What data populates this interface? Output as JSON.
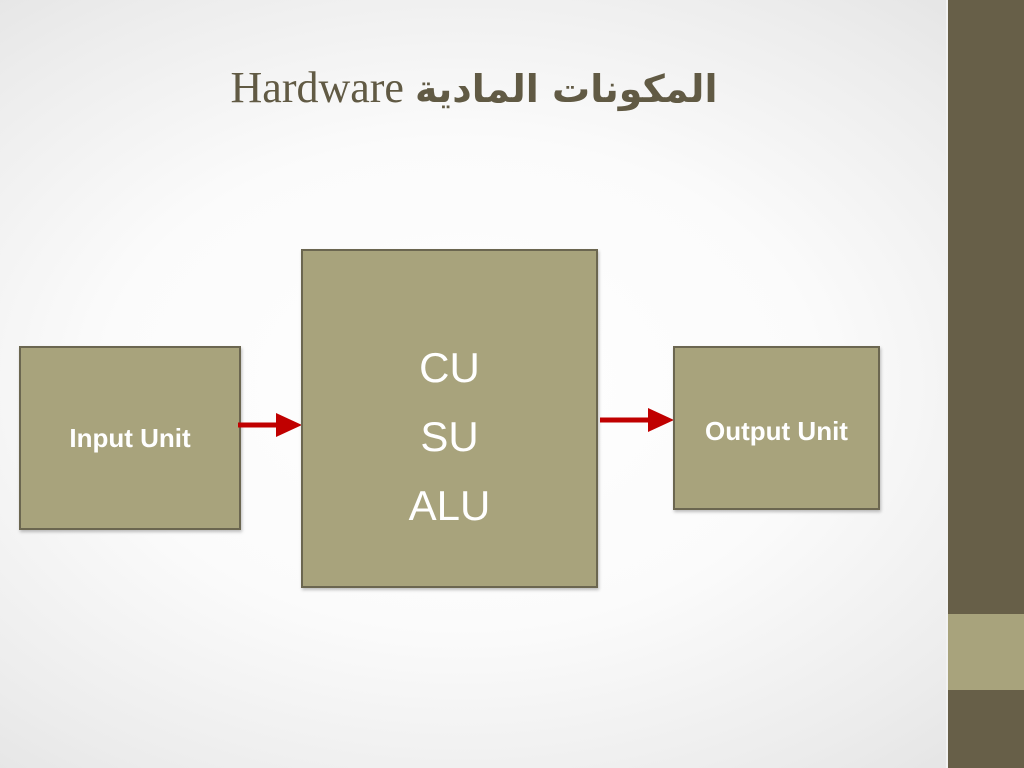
{
  "slide": {
    "title_latin": "Hardware",
    "title_arabic": "المكونات المادية"
  },
  "diagram": {
    "input_unit": "Input Unit",
    "cpu_lines": [
      "CU",
      "SU",
      "ALU"
    ],
    "output_unit": "Output Unit"
  },
  "colors": {
    "box_fill": "#a8a37c",
    "box_border": "#6b6650",
    "arrow": "#c00000",
    "title": "#615a44",
    "side_band": "#675f48",
    "side_accent": "#a8a37c"
  }
}
